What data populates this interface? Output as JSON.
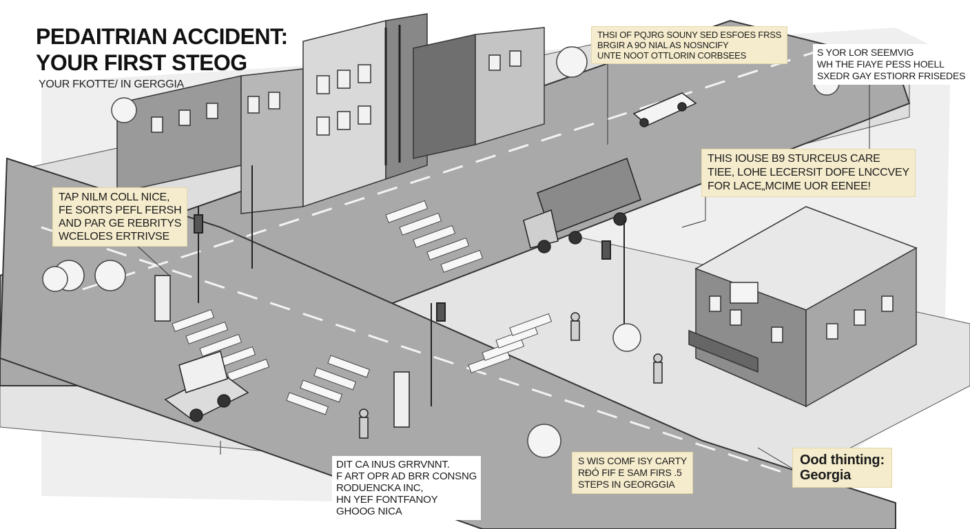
{
  "title": {
    "line1": "PEDAITRIAN ACCIDENT:",
    "line2": "YOUR FIRST STEOG",
    "subtitle": "YOUR FKOTTE/ IN GERGGIA"
  },
  "notes": {
    "top": [
      "THSI OF PQJRG SOUNY SED ESFOES FRSS",
      "BRGIR A 9O NIAL AS NOSNCIFY",
      "UNTE NOOT OTTLORIN CORBSEES"
    ],
    "right_top": [
      "S YOR LOR SEEMVIG",
      "WH THE FIAYE PESS HOELL",
      "SXEDR GAY ESTIORR FRISEDES"
    ],
    "mid_right": [
      "THIS IOUSE B9 STURCEUS CARE",
      "TIEE, LOHE LECERSIT DOFE LNCCVEY",
      "FOR LACE„MCIME UOR EENEE!"
    ],
    "left": [
      "TAP NILM COLL NICE,",
      "FE SORTS PEFL FERSH",
      "AND PAR GE REBRITYS",
      "WCELOES ERTRIVSE"
    ],
    "bottom_center": [
      "DIT CA INUS GRRVNNT.",
      "F ART OPR AD BRR CONSNG",
      "RODUENCKA INC,",
      "HN YEF FONTFANOY",
      "GHOOG NICA"
    ],
    "bottom_right": [
      "S WIS COMF ISY CARTY",
      "RÐÓ FIF E SAM FIRS .5",
      "STEPS IN GEORGGIA"
    ],
    "corner": [
      "Ood thinting:",
      "Georgia"
    ]
  },
  "colors": {
    "road": "#a9a9a9",
    "sidewalk": "#e2e2e2",
    "building_dark": "#7d7d7d",
    "building_mid": "#b3b3b3",
    "note_bg": "#f5eccd"
  }
}
